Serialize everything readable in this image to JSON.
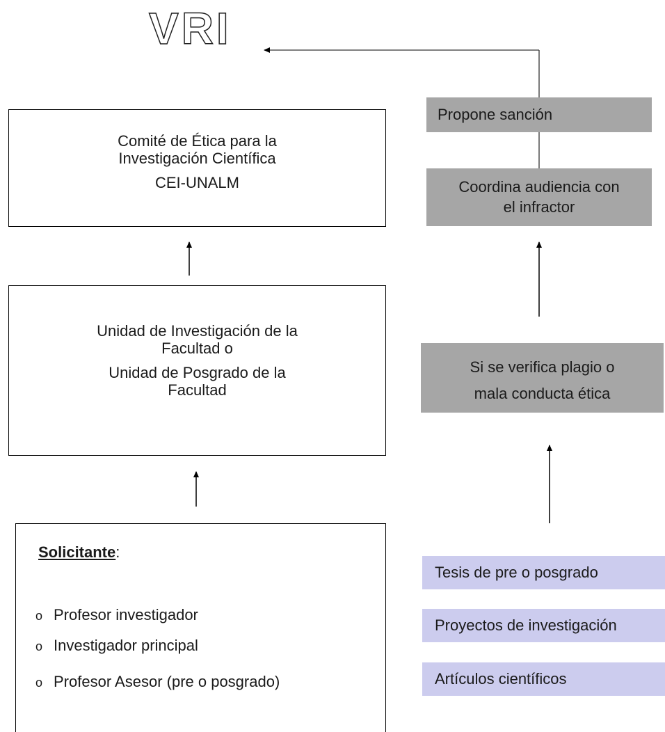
{
  "vri": "VRI",
  "cei_box": {
    "line1": "Comité de  Ética para la",
    "line2": "Investigación Científica",
    "line3": "CEI-UNALM"
  },
  "unidad_box": {
    "line1": "Unidad de Investigación de la",
    "line2": "Facultad o",
    "line3": "Unidad de Posgrado de la",
    "line4": "Facultad"
  },
  "solicitante": {
    "title": "Solicitante",
    "colon": ":",
    "bullet_glyph": "o",
    "items": [
      "Profesor investigador",
      "Investigador principal",
      "Profesor Asesor (pre o posgrado)"
    ]
  },
  "right_flow": {
    "propone": "Propone sanción",
    "coordina_line1": "Coordina audiencia con",
    "coordina_line2": "el infractor",
    "verifica_line1": "Si se verifica plagio o",
    "verifica_line2": "mala conducta ética"
  },
  "sources": [
    "Tesis de pre o posgrado",
    "Proyectos de investigación",
    "Artículos científicos"
  ]
}
